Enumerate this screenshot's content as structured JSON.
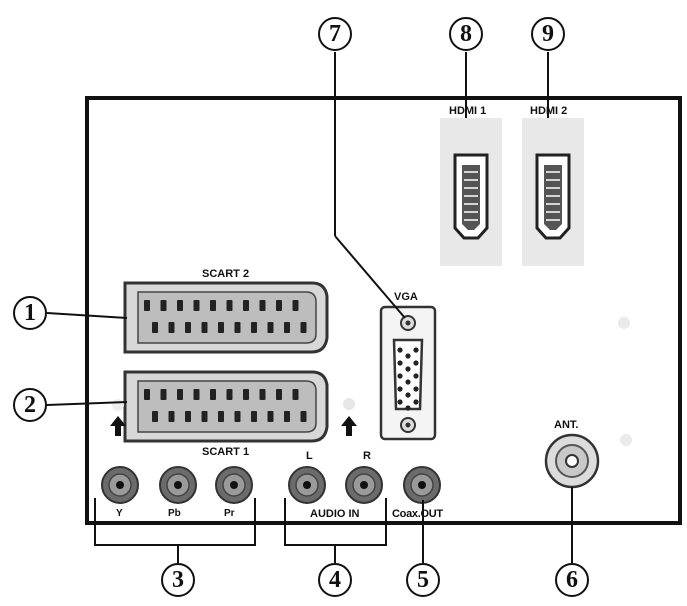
{
  "panel": {
    "hdmi1": "HDMI 1",
    "hdmi2": "HDMI 2",
    "scart2": "SCART 2",
    "scart1": "SCART 1",
    "vga": "VGA",
    "ant": "ANT.",
    "audio_l": "L",
    "audio_r": "R",
    "comp_y": "Y",
    "comp_pb": "Pb",
    "comp_pr": "Pr",
    "audio_in": "AUDIO IN",
    "coax_out": "Coax.OUT"
  },
  "callouts": [
    "1",
    "2",
    "3",
    "4",
    "5",
    "6",
    "7",
    "8",
    "9"
  ]
}
